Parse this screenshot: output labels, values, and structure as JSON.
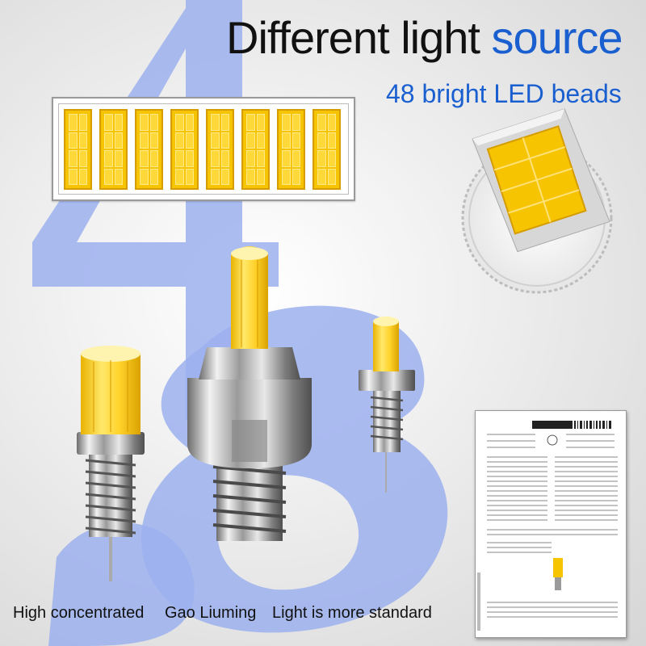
{
  "headline": {
    "main": "Different light",
    "accent": "source",
    "subtitle": "48 bright LED beads"
  },
  "captions": {
    "left": "High concentrated",
    "middle": "Gao Liuming",
    "right": "Light is more standard"
  },
  "background_numeral": "48",
  "colors": {
    "accent_blue": "#1a5fd0",
    "numeral_blue": "#9cb0ee",
    "led_yellow": "#f6c400",
    "chip_border": "#d59c00"
  },
  "led_strip": {
    "chip_count": 8
  },
  "patent_document": {
    "label": "patent-certificate"
  }
}
